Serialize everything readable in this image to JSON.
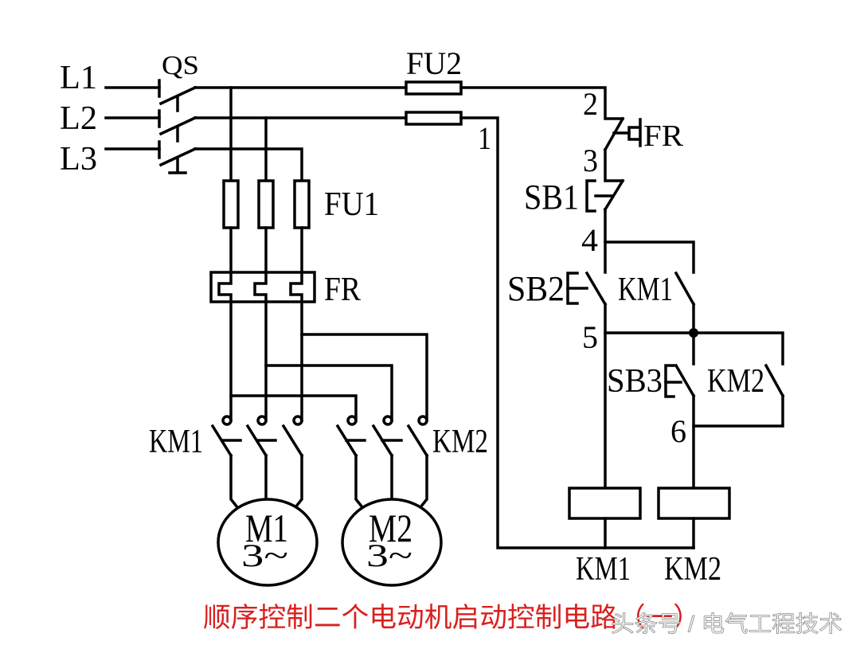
{
  "diagram_title": "顺序控制二个电动机启动控制电路（一）",
  "watermark": "头条号 / 电气工程技术",
  "colors": {
    "wire": "#000000",
    "background": "#ffffff",
    "title": "#d9201f",
    "watermark": "#8a8a8a"
  },
  "power_circuit": {
    "supply_lines": [
      "L1",
      "L2",
      "L3"
    ],
    "main_switch": "QS",
    "fuses": "FU1",
    "thermal_relay": "FR",
    "contactor_left": "KM1",
    "contactor_right": "KM2",
    "motors": [
      {
        "name": "M1",
        "rating": "3~"
      },
      {
        "name": "M2",
        "rating": "3~"
      }
    ]
  },
  "control_circuit": {
    "fuse": "FU2",
    "thermal_contact": "FR",
    "stop_button": "SB1",
    "start_button_1": "SB2",
    "hold_contact_1": "KM1",
    "start_button_2": "SB3",
    "hold_contact_2": "KM2",
    "node_numbers": [
      "1",
      "2",
      "3",
      "4",
      "5",
      "6"
    ],
    "coils": [
      "KM1",
      "KM2"
    ]
  }
}
